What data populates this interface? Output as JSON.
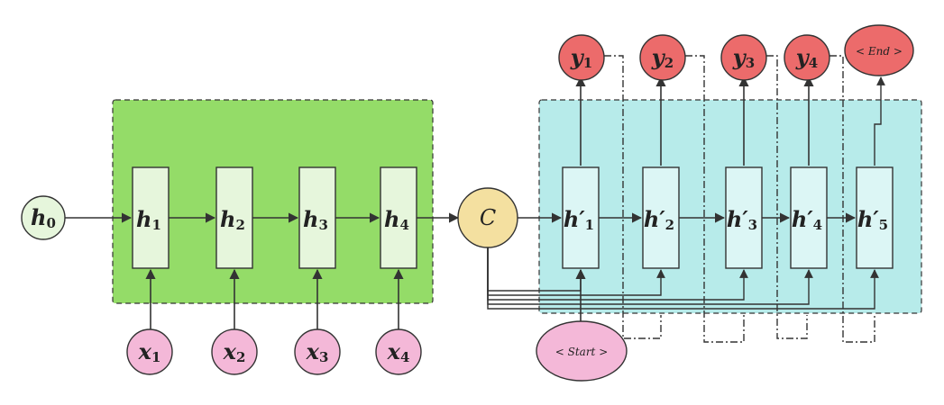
{
  "colors": {
    "encoder_region": "#94dc68",
    "decoder_region": "#b7ebea",
    "encoder_cell": "#e6f6dc",
    "decoder_cell": "#dcf6f5",
    "h0_node": "#e6f6dc",
    "context_node": "#f4e0a0",
    "input_node": "#f4b8d8",
    "output_node": "#ec6b6b",
    "line": "#333333"
  },
  "nodes": {
    "h0": {
      "base": "h",
      "sub": "0"
    },
    "context": {
      "label": "C"
    },
    "start": {
      "label": "< Start >"
    },
    "end": {
      "label": "< End >"
    }
  },
  "encoder_cells": [
    {
      "base": "h",
      "sub": "1"
    },
    {
      "base": "h",
      "sub": "2"
    },
    {
      "base": "h",
      "sub": "3"
    },
    {
      "base": "h",
      "sub": "4"
    }
  ],
  "decoder_cells": [
    {
      "base": "h′",
      "sub": "1"
    },
    {
      "base": "h′",
      "sub": "2"
    },
    {
      "base": "h′",
      "sub": "3"
    },
    {
      "base": "h′",
      "sub": "4"
    },
    {
      "base": "h′",
      "sub": "5"
    }
  ],
  "inputs": [
    {
      "base": "x",
      "sub": "1"
    },
    {
      "base": "x",
      "sub": "2"
    },
    {
      "base": "x",
      "sub": "3"
    },
    {
      "base": "x",
      "sub": "4"
    }
  ],
  "outputs": [
    {
      "base": "y",
      "sub": "1"
    },
    {
      "base": "y",
      "sub": "2"
    },
    {
      "base": "y",
      "sub": "3"
    },
    {
      "base": "y",
      "sub": "4"
    }
  ]
}
